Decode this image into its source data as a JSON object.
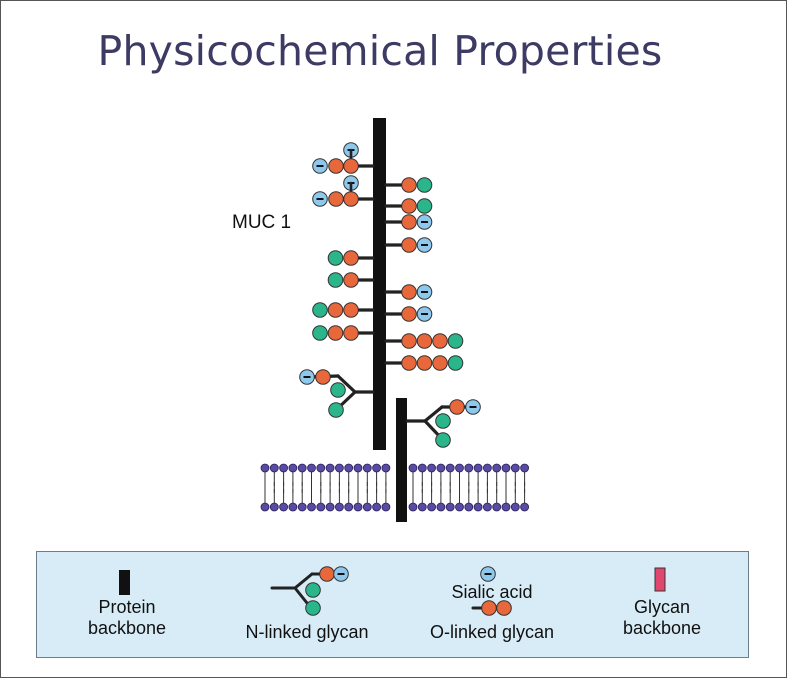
{
  "title": "Physicochemical Properties",
  "diagram": {
    "muc_label": "MUC 1",
    "sialic_mark": "−"
  },
  "legend": {
    "protein_backbone": "Protein\nbackbone",
    "n_linked": "N-linked glycan",
    "sialic_acid": "Sialic acid",
    "o_linked": "O-linked glycan",
    "glycan_backbone": "Glycan\nbackbone"
  },
  "colors": {
    "title": "#3d3a64",
    "orange_residue": "#e8683b",
    "green_residue": "#2ab68a",
    "sialic_residue": "#8ec8ec",
    "lipid_head": "#5a4aa0",
    "protein_backbone": "#111111",
    "glycan_backbone": "#e0466e",
    "legend_bg": "#d8ecf8"
  },
  "icons": [
    "protein-backbone-icon",
    "n-linked-glycan-icon",
    "sialic-acid-icon",
    "o-linked-glycan-icon",
    "glycan-backbone-icon"
  ]
}
